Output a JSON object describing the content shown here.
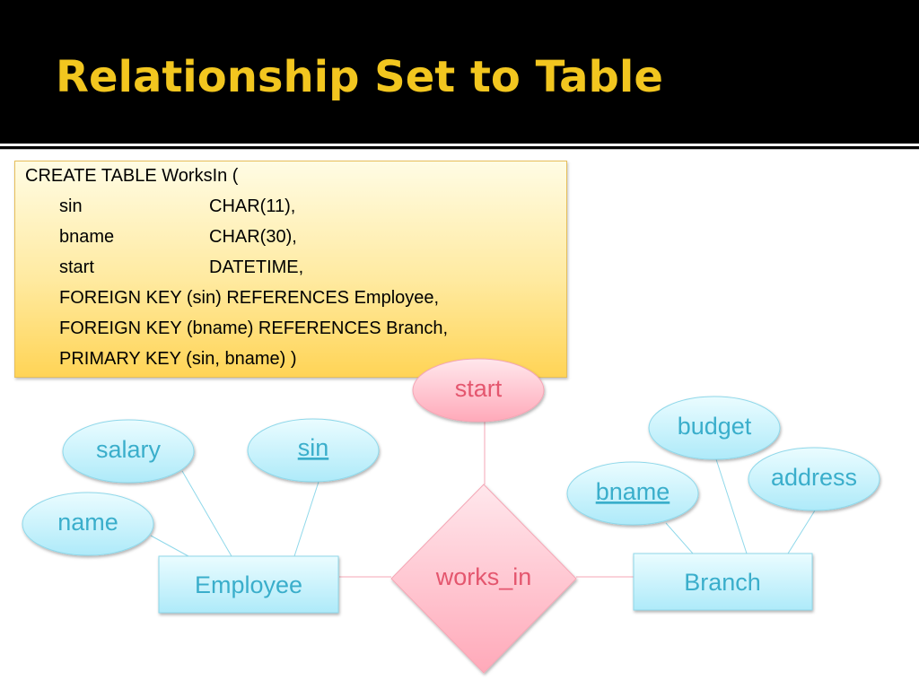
{
  "slide": {
    "title": "Relationship Set to Table"
  },
  "sql": {
    "line1": "CREATE TABLE WorksIn (",
    "col_sin_name": "sin",
    "col_sin_type": "CHAR(11),",
    "col_bname_name": "bname",
    "col_bname_type": "CHAR(30),",
    "col_start_name": "start",
    "col_start_type": "DATETIME,",
    "fk1": "FOREIGN KEY (sin) REFERENCES Employee,",
    "fk2": "FOREIGN KEY (bname) REFERENCES Branch,",
    "pk": "PRIMARY KEY (sin, bname) )"
  },
  "diagram": {
    "entities": {
      "employee": "Employee",
      "branch": "Branch"
    },
    "relationship": "works_in",
    "attributes": {
      "salary": "salary",
      "sin": "sin",
      "name": "name",
      "start": "start",
      "budget": "budget",
      "address": "address",
      "bname": "bname"
    },
    "key_attributes": [
      "sin",
      "bname"
    ]
  },
  "colors": {
    "title": "#f2c61f",
    "entity_text": "#3aaecb",
    "relationship_text": "#e4566e",
    "entity_fill": "#c4f1fd",
    "relationship_fill": "#ffb7c5"
  }
}
